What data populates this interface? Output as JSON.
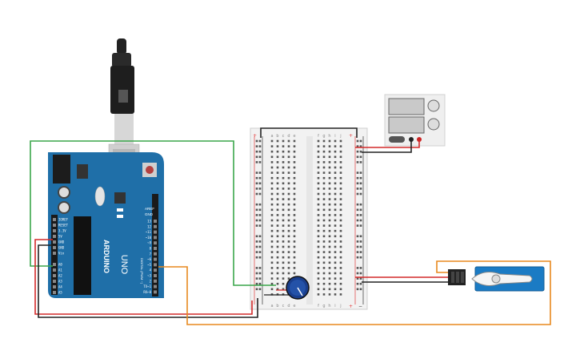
{
  "colors": {
    "board": "#1f6fa8",
    "board_dark": "#175a8a",
    "wire_green": "#3aa64a",
    "wire_red": "#d42a2a",
    "wire_black": "#222222",
    "wire_orange": "#e8891e",
    "breadboard": "#f2f2f2",
    "rail_red": "#e23a3a",
    "rail_blue": "#333333",
    "servo": "#1b7bc4"
  },
  "arduino": {
    "brand": "ARDUINO",
    "model": "UNO",
    "digital_label": "DIGITAL (PWM ~)",
    "aref_label": "AREF",
    "gnd_label": "GND",
    "right_pins": [
      "13",
      "12",
      "~11",
      "~10",
      "~9",
      "8",
      "7",
      "~6",
      "~5",
      "4",
      "~3",
      "2",
      "TX→1",
      "RX←0"
    ],
    "power_pins": [
      "IOREF",
      "RESET",
      "3.3V",
      "5V",
      "GND",
      "GND",
      "Vin"
    ],
    "analog_pins": [
      "A0",
      "A1",
      "A2",
      "A3",
      "A4",
      "A5"
    ]
  },
  "breadboard": {
    "columns_left": [
      "a",
      "b",
      "c",
      "d",
      "e"
    ],
    "columns_right": [
      "f",
      "g",
      "h",
      "i",
      "j"
    ],
    "rail_plus": "+",
    "rail_minus": "−"
  },
  "power_supply": {
    "icon": "dual-display-power-supply"
  },
  "potentiometer": {
    "icon": "rotary-knob"
  },
  "servo": {
    "icon": "micro-servo-motor"
  },
  "usb": {
    "icon": "usb-b-cable"
  }
}
